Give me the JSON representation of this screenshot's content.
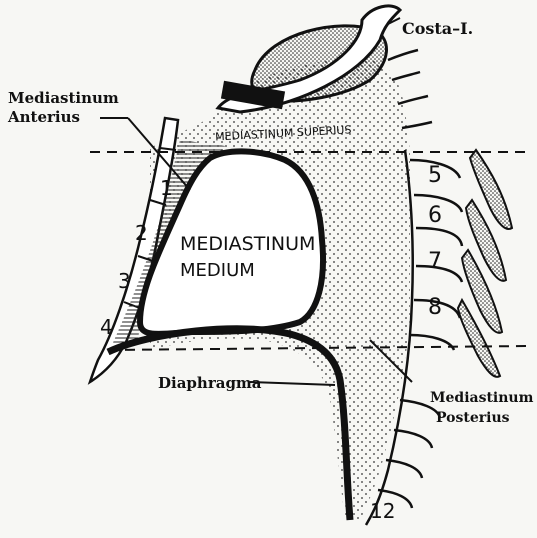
{
  "labels": {
    "costa": "Costa–I.",
    "mediastinum_anterius_1": "Mediastinum",
    "mediastinum_anterius_2": "Anterius",
    "mediastinum_superius": "MEDIASTINUM SUPERIUS",
    "mediastinum_medium_1": "MEDIASTINUM",
    "mediastinum_medium_2": "MEDIUM",
    "diaphragma": "Diaphragma",
    "mediastinum_posterius_1": "Mediastinum",
    "mediastinum_posterius_2": "Posterius"
  },
  "sternal_numbers": [
    "1",
    "2",
    "3",
    "4"
  ],
  "rib_numbers": [
    "5",
    "6",
    "7",
    "8"
  ],
  "vertebra_number": "12",
  "colors": {
    "ink": "#111111",
    "paper": "#f7f7f4",
    "stipple": "#333333"
  }
}
